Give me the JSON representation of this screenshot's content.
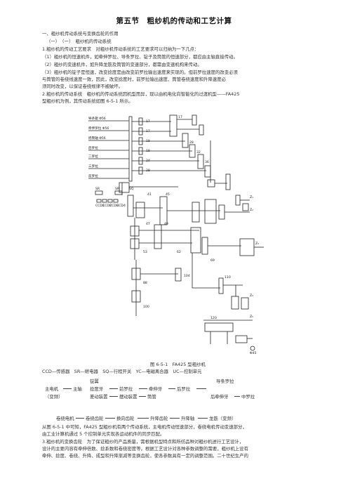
{
  "title": "第五节　粗纱机的传动和工艺计算",
  "sections": {
    "s1": "一、粗纱机传动系统与变换齿轮的作用",
    "s1_1": "（一）　（一）　粗纱机的传动系统",
    "p1": "1.粗纱机的传动工艺要求　对粗纱机传动系统的工艺要求可以归纳为一下几点：",
    "p2": "（1）粗纱机的恒速机件，如牵伸罗拉、导条罗拉、锭子及筒管的恒速部分，都应由主轴直接传动。",
    "p3": "（2）粗纱的变速机件，如升降龙筋及筒管的变速部分，都需由变速机构来传动。",
    "p4a": "（3）粗纱机的锭子是恒速，改变捻度是由改变前罗拉输出速度来实现的。但前罗拉速度的改变必须",
    "p4b": "与筒管的卷绕线速度一致，因此，改变捻度时，前罗拉输出速度、筒管卷绕速度和升降速度必",
    "p4c": "须同时改变，以保证卷绕规律不被破坏。",
    "p5a": "2.粗纱机的传动系统　粗纱机的传动系统因机型而异，现以由机电化向智能化的过渡机型——FA425",
    "p5b": "型粗纱机为例，其传动系统如图 6-5-1 所示。"
  },
  "figure": {
    "left_labels": [
      "导条辊 Φ56",
      "牵伸罗拉 Φ56",
      "摇臂轴 Φ56",
      "后罗拉",
      "二罗拉",
      "三罗拉",
      "前罗拉"
    ],
    "sensor_labels": [
      "SR",
      "SR",
      "SQ",
      "CCD1",
      "CCD2",
      "CCD3",
      "CCD4"
    ],
    "right_labels": [
      "Z₁",
      "Z₂",
      "Z₃",
      "Z₄",
      "Z₅",
      "Φ45"
    ],
    "tooth_labels": [
      "17",
      "17",
      "17",
      "18",
      "18",
      "24",
      "28",
      "28",
      "32",
      "36",
      "41",
      "45",
      "47",
      "49",
      "53",
      "62",
      "69",
      "88",
      "100",
      "104",
      "110",
      "120"
    ],
    "caption": "图 6-5-1　FA425 型粗纱机",
    "legend": "CCD—传感器　SR—继电器　SQ—行程开关　YC—电磁离合器　UC—控制单元"
  },
  "flow": {
    "main_motor": "主电机",
    "variable": "（变频）",
    "main_shaft": "主轴",
    "spindle": "锭翼",
    "twist_gear": "捻度牙",
    "front_roller": "前罗拉",
    "draft_gear": "牵伸牙",
    "back_roller": "后罗拉",
    "guide_roller": "导条罗拉",
    "diff": "差动装置",
    "swing": "摆动装置",
    "bobbin": "筒管",
    "back_draft": "后牵伸牙",
    "middle_roller": "中罗拉",
    "wind_motor": "卷绕电机",
    "wind_gear": "卷绕齿轮",
    "reverse_gear": "换向齿轮",
    "lift_gear": "升降齿轮",
    "lift_shaft": "升降轴",
    "rail": "龙筋（变频）"
  },
  "after": {
    "a1": "从图 6-5-1 中可知，FA425 型粗纱机有两个传动系统，主电机传动恒速部分，卷绕电机传动变速部分，",
    "a2": "由工业计算机通过 5 个控制单元实现各运动机件的同步匹配。",
    "a3": "3.粗纱机的变换齿轮　为了保证粗纱的产品质量，需根据机型特点和所纺品种对粗纱机进行工艺设计，",
    "a4": "设计的主要内容有牵伸倍数、捻系数和卷绕密度等。根据工艺设计对各种参数调整的需要，粗纱机上设有",
    "a5": "牵伸、捻度、卷绕、升降、成型和升降渐减等变换齿轮，使各参数具有一定的调整范围。二十世纪生产的"
  },
  "colors": {
    "text": "#333333",
    "line": "#222222"
  }
}
